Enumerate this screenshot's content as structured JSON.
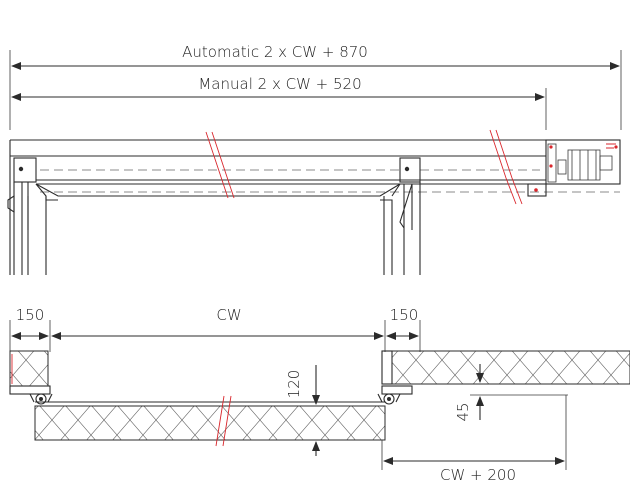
{
  "dimensions": {
    "automatic_total": "Automatic 2 x CW + 870",
    "manual_total": "Manual 2 x CW + 520",
    "left_offset": "150",
    "clear_width": "CW",
    "right_offset": "150",
    "leaf_depth": "120",
    "gap": "45",
    "leaf_travel": "CW + 200"
  },
  "colors": {
    "line": "#2b2b2b",
    "break_marks": "#d9262c",
    "background": "#ffffff"
  }
}
